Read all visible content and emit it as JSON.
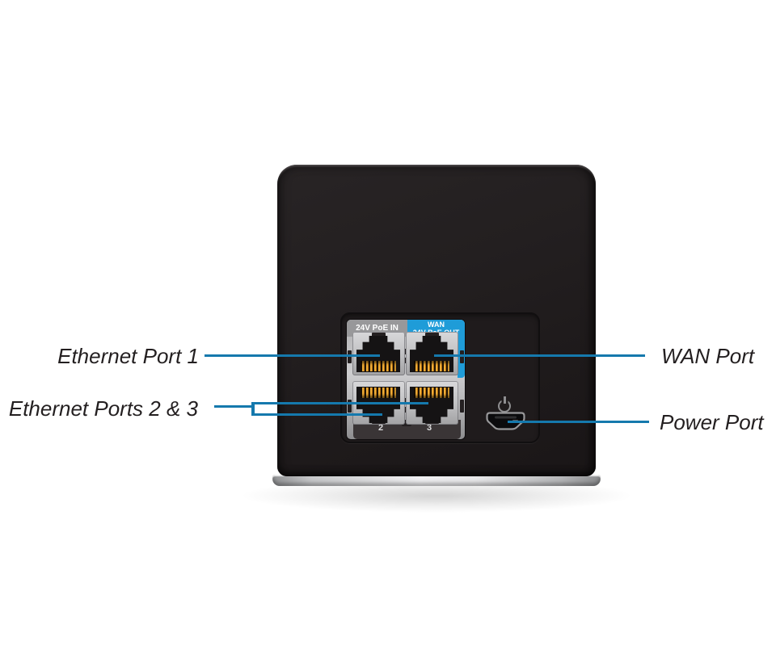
{
  "callouts": {
    "ethernet_port_1": "Ethernet Port 1",
    "ethernet_ports_2_3": "Ethernet Ports 2 & 3",
    "wan_port": "WAN Port",
    "power_port": "Power Port"
  },
  "device_panel": {
    "poe_in_label": "24V PoE IN",
    "wan_label_line1": "WAN",
    "wan_label_line2": "24V PoE OUT",
    "port_numbers": [
      "2",
      "3"
    ]
  },
  "icons": {
    "power_icon": "power-symbol",
    "ports": [
      "rj45-ethernet-port-1",
      "rj45-wan-port",
      "rj45-ethernet-port-2",
      "rj45-ethernet-port-3",
      "micro-usb-power-port"
    ]
  },
  "colors": {
    "accent_blue": "#1f9cd8",
    "leader_line_blue": "#1579ad",
    "header_gray": "#98989a",
    "panel_silver": "#bcbcbe",
    "pin_gold": "#d9941f",
    "device_black": "#211d1e",
    "label_text": "#231f20"
  }
}
